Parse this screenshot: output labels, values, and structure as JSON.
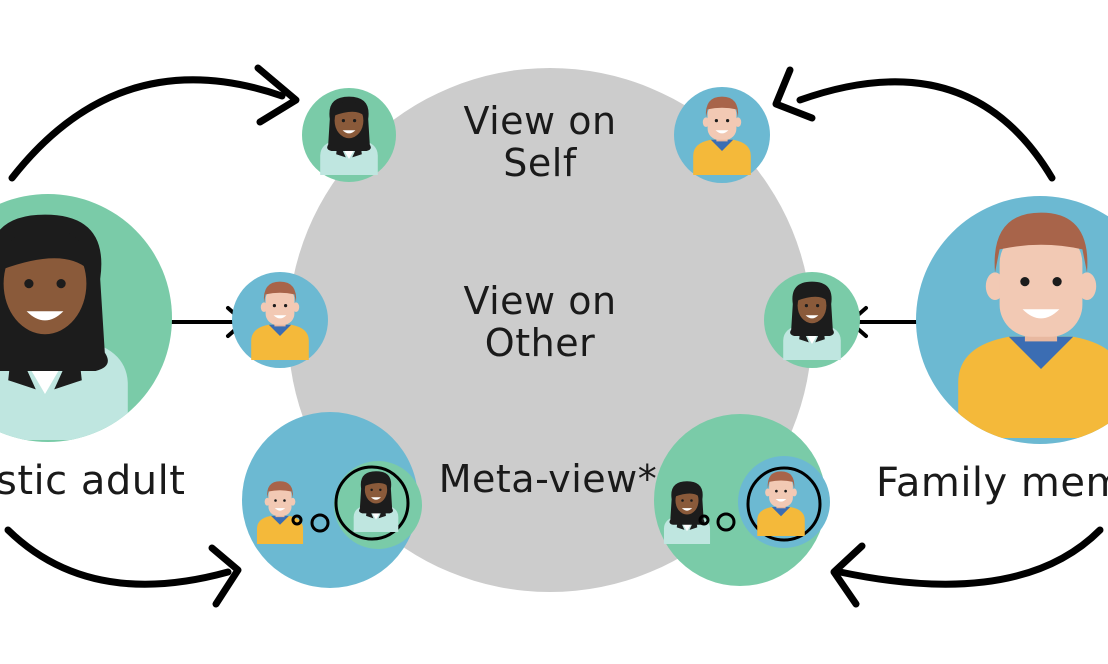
{
  "center_labels": {
    "self_line1": "View on",
    "self_line2": "Self",
    "other_line1": "View on",
    "other_line2": "Other",
    "meta": "Meta-view*"
  },
  "side_labels": {
    "left": "stic adult",
    "right": "Family mem"
  },
  "colors": {
    "center_circle": "#cccccc",
    "green": "#7acba8",
    "blue": "#6cb9d2",
    "arrow": "#000000",
    "skin_dark": "#8a5a3a",
    "skin_light": "#f2c9b4",
    "hair_dark": "#1c1c1c",
    "hair_light": "#a8644a",
    "shirt_yellow": "#f4b93a",
    "shirt_teal": "#bfe6e0"
  },
  "icons": {
    "left_person": "woman-avatar-icon",
    "right_person": "man-avatar-icon",
    "thought": "thought-bubble-icon"
  }
}
